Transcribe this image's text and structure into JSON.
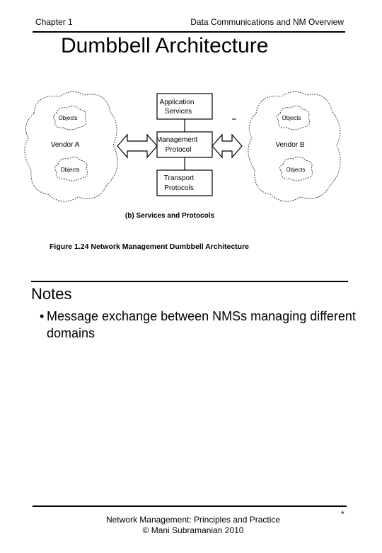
{
  "header": {
    "chapter": "Chapter 1",
    "subject": "Data Communications and NM Overview"
  },
  "page_title": "Dumbbell Architecture",
  "diagram": {
    "left_cloud": {
      "label": "Vendor A",
      "objects_top": "Objects",
      "objects_bottom": "Objects"
    },
    "right_cloud": {
      "label": "Vendor B",
      "objects_top": "Objects",
      "objects_bottom": "Objects"
    },
    "boxes": {
      "application_line1": "Application",
      "application_line2": "Services",
      "management_line1": "Management",
      "management_line2": "Protocol",
      "transport_line1": "Transport",
      "transport_line2": "Protocols"
    },
    "subcaption": "(b) Services and Protocols",
    "figure_caption": "Figure 1.24 Network Management Dumbbell Architecture"
  },
  "notes": {
    "heading": "Notes",
    "bullet_symbol": "•",
    "items": [
      "Message exchange between NMSs managing different domains"
    ]
  },
  "footer": {
    "line1": "Network Management: Principles and Practice",
    "line2": "©  Mani Subramanian 2010"
  },
  "page_number": "*"
}
